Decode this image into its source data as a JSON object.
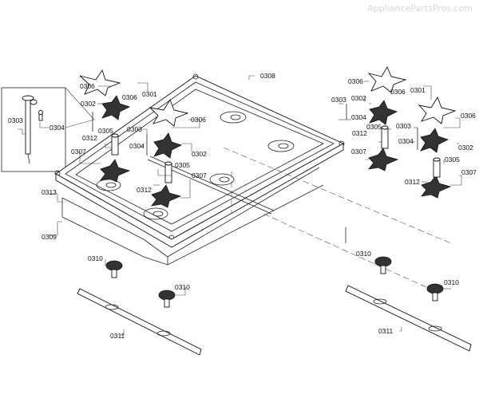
{
  "watermark": "AppliancePartsPros.com",
  "diagram": {
    "title": "Cooktop burner assembly exploded view",
    "labels": [
      {
        "id": "l-0306-a",
        "text": "0306"
      },
      {
        "id": "l-0301-a",
        "text": "0301"
      },
      {
        "id": "l-0306-b",
        "text": "0306"
      },
      {
        "id": "l-0302-a",
        "text": "0302"
      },
      {
        "id": "l-0303-inset",
        "text": "0303"
      },
      {
        "id": "l-0304-inset",
        "text": "0304"
      },
      {
        "id": "l-0305-a",
        "text": "0305"
      },
      {
        "id": "l-0312-a",
        "text": "0312"
      },
      {
        "id": "l-0307-a",
        "text": "0307"
      },
      {
        "id": "l-0303-a",
        "text": "0303"
      },
      {
        "id": "l-0304-a",
        "text": "0304"
      },
      {
        "id": "l-0306-c",
        "text": "0306"
      },
      {
        "id": "l-0302-b",
        "text": "0302"
      },
      {
        "id": "l-0305-b",
        "text": "0305"
      },
      {
        "id": "l-0312-b",
        "text": "0312"
      },
      {
        "id": "l-0307-b",
        "text": "0307"
      },
      {
        "id": "l-0308",
        "text": "0308"
      },
      {
        "id": "l-0313",
        "text": "0313"
      },
      {
        "id": "l-0309",
        "text": "0309"
      },
      {
        "id": "l-0310-a",
        "text": "0310"
      },
      {
        "id": "l-0310-b",
        "text": "0310"
      },
      {
        "id": "l-0311-a",
        "text": "0311"
      },
      {
        "id": "l-0306-d",
        "text": "0306"
      },
      {
        "id": "l-0301-b",
        "text": "0301"
      },
      {
        "id": "l-0302-c",
        "text": "0302"
      },
      {
        "id": "l-0306-e",
        "text": "0306"
      },
      {
        "id": "l-0303-b",
        "text": "0303"
      },
      {
        "id": "l-0304-b",
        "text": "0304"
      },
      {
        "id": "l-0305-c",
        "text": "0305"
      },
      {
        "id": "l-0312-c",
        "text": "0312"
      },
      {
        "id": "l-0307-c",
        "text": "0307"
      },
      {
        "id": "l-0303-c",
        "text": "0303"
      },
      {
        "id": "l-0304-c",
        "text": "0304"
      },
      {
        "id": "l-0306-f",
        "text": "0306"
      },
      {
        "id": "l-0302-d",
        "text": "0302"
      },
      {
        "id": "l-0305-d",
        "text": "0305"
      },
      {
        "id": "l-0307-d",
        "text": "0307"
      },
      {
        "id": "l-0312-d",
        "text": "0312"
      },
      {
        "id": "l-0310-c",
        "text": "0310"
      },
      {
        "id": "l-0310-d",
        "text": "0310"
      },
      {
        "id": "l-0311-b",
        "text": "0311"
      }
    ]
  }
}
